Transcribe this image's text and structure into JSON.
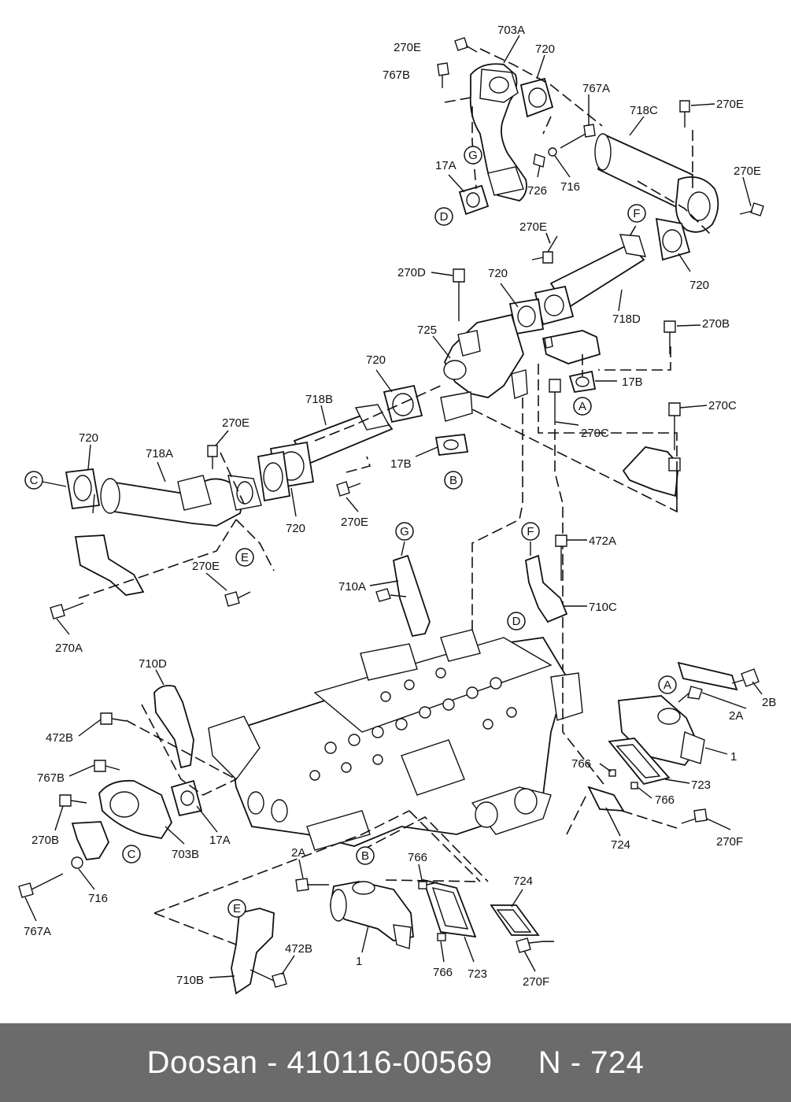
{
  "labels": {
    "l_703A_t": "703A",
    "l_720_t": "720",
    "l_270E_t1": "270E",
    "l_767B_t": "767B",
    "l_767A_t": "767A",
    "l_718C": "718C",
    "l_270E_t2": "270E",
    "l_270E_t3": "270E",
    "l_17A_t": "17A",
    "l_726": "726",
    "l_716_t": "716",
    "l_720_r": "720",
    "l_270E_m": "270E",
    "l_270D": "270D",
    "l_720_m": "720",
    "l_718D": "718D",
    "l_270B_r": "270B",
    "l_725": "725",
    "l_17B_r": "17B",
    "l_720_l": "720",
    "l_718B": "718B",
    "l_270C_r": "270C",
    "l_270C_m": "270C",
    "l_270E_l": "270E",
    "l_720_ll": "720",
    "l_718A": "718A",
    "l_17B_m": "17B",
    "l_720_bl": "720",
    "l_270E_b": "270E",
    "l_270E_bl": "270E",
    "l_270A": "270A",
    "l_710A": "710A",
    "l_472A": "472A",
    "l_710C": "710C",
    "l_710D": "710D",
    "l_472B_l": "472B",
    "l_767B_l": "767B",
    "l_270B_l": "270B",
    "l_703B": "703B",
    "l_17A_l": "17A",
    "l_716_l": "716",
    "l_767A_l": "767A",
    "l_2B": "2B",
    "l_2A_r": "2A",
    "l_1_r": "1",
    "l_766_r1": "766",
    "l_723_r": "723",
    "l_766_r2": "766",
    "l_724_r": "724",
    "l_270F_r": "270F",
    "l_2A_b": "2A",
    "l_766_b1": "766",
    "l_724_b": "724",
    "l_1_b": "1",
    "l_766_b2": "766",
    "l_723_b": "723",
    "l_270F_b": "270F",
    "l_710B": "710B",
    "l_472B_b": "472B"
  },
  "callouts": {
    "c_G_top": "G",
    "c_D_top": "D",
    "c_F_top": "F",
    "c_A_mid": "A",
    "c_B_mid": "B",
    "c_C_left": "C",
    "c_E_left": "E",
    "c_G_bracket": "G",
    "c_F_bracket": "F",
    "c_D_engine": "D",
    "c_A_egr": "A",
    "c_C_bottom": "C",
    "c_B_bottom": "B",
    "c_E_bottom": "E"
  },
  "footer": {
    "brand": "Doosan",
    "separator": " - ",
    "part_number": "410116-00569",
    "spacer": "     ",
    "ref": "N - 724"
  }
}
